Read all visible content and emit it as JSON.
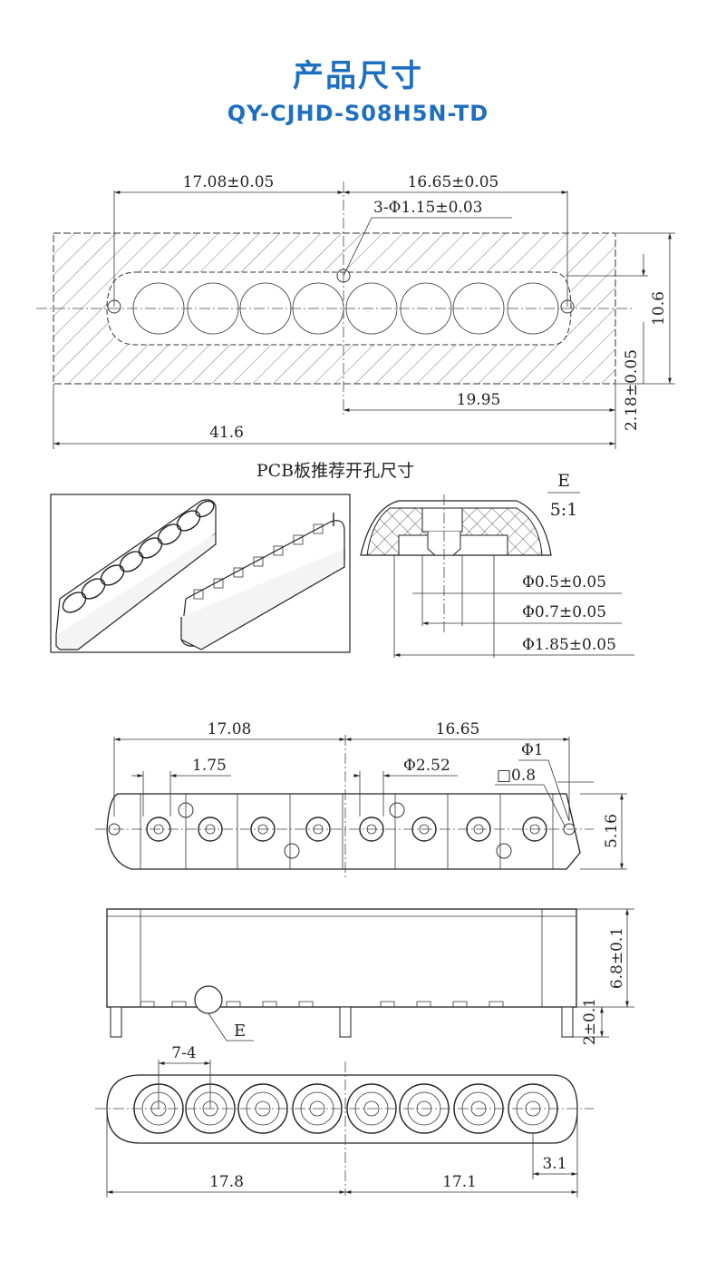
{
  "header": {
    "title": "产品尺寸",
    "model": "QY-CJHD-S08H5N-TD"
  },
  "pcb_view": {
    "caption": "PCB板推荐开孔尺寸",
    "dim_left": "17.08±0.05",
    "dim_right": "16.65±0.05",
    "dim_holes": "3-Φ1.15±0.03",
    "dim_height": "10.6",
    "dim_offset": "2.18±0.05",
    "dim_half": "19.95",
    "dim_total": "41.6"
  },
  "detail_view": {
    "label": "E",
    "scale": "5:1",
    "dim_1": "Φ0.5±0.05",
    "dim_2": "Φ0.7±0.05",
    "dim_3": "Φ1.85±0.05"
  },
  "top_view": {
    "dim_left": "17.08",
    "dim_right": "16.65",
    "dim_pitch": "1.75",
    "dim_dia": "Φ2.52",
    "dim_small": "Φ1",
    "dim_square": "□0.8",
    "dim_width": "5.16"
  },
  "side_view": {
    "dim_height": "6.8±0.1",
    "dim_pin": "2±0.1",
    "detail_ref": "E"
  },
  "bottom_view": {
    "dim_contacts": "7-4",
    "dim_left": "17.8",
    "dim_right": "17.1",
    "dim_edge": "3.1"
  }
}
